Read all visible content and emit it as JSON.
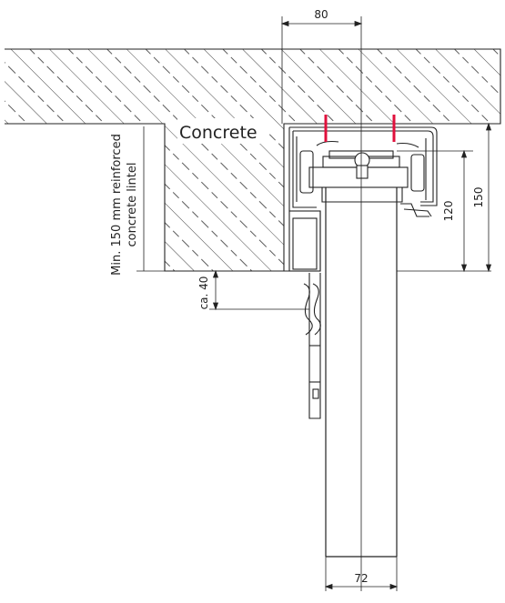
{
  "labels": {
    "material": "Concrete",
    "lintel_note_line1": "Min. 150 mm reinforced",
    "lintel_note_line2": "concrete lintel"
  },
  "dimensions": {
    "top_width": "80",
    "clearance": "ca. 40",
    "housing_height": "120",
    "total_height": "150",
    "bottom_width": "72"
  },
  "colors": {
    "line": "#222222",
    "hatch": "#333333",
    "marker": "#e0103c"
  }
}
